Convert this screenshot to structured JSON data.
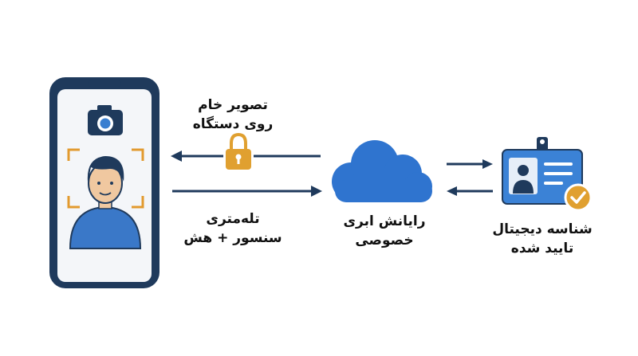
{
  "colors": {
    "navy": "#1f3a5c",
    "blue": "#3a7fd0",
    "cloud": "#2f74cf",
    "gold": "#e0a030",
    "orange": "#e29a2e",
    "screen": "#f4f6f9",
    "skin": "#f0c8a0",
    "shirt": "#3a78c8",
    "badge_bg": "#3b82d6"
  },
  "icons": [
    "camera-icon",
    "lock-icon",
    "cloud-icon",
    "id-card-icon",
    "check-badge-icon",
    "person-icon"
  ],
  "labels": {
    "raw_image": {
      "line1": "تصویر خام",
      "line2": "روی دستگاه"
    },
    "telemetry": {
      "line1": "تله‌متری",
      "line2": "سنسور + هش"
    },
    "cloud": {
      "line1": "رایانش ابری",
      "line2": "خصوصی"
    },
    "identity": {
      "line1": "شناسه دیجیتال",
      "line2": "تایید شده"
    }
  }
}
